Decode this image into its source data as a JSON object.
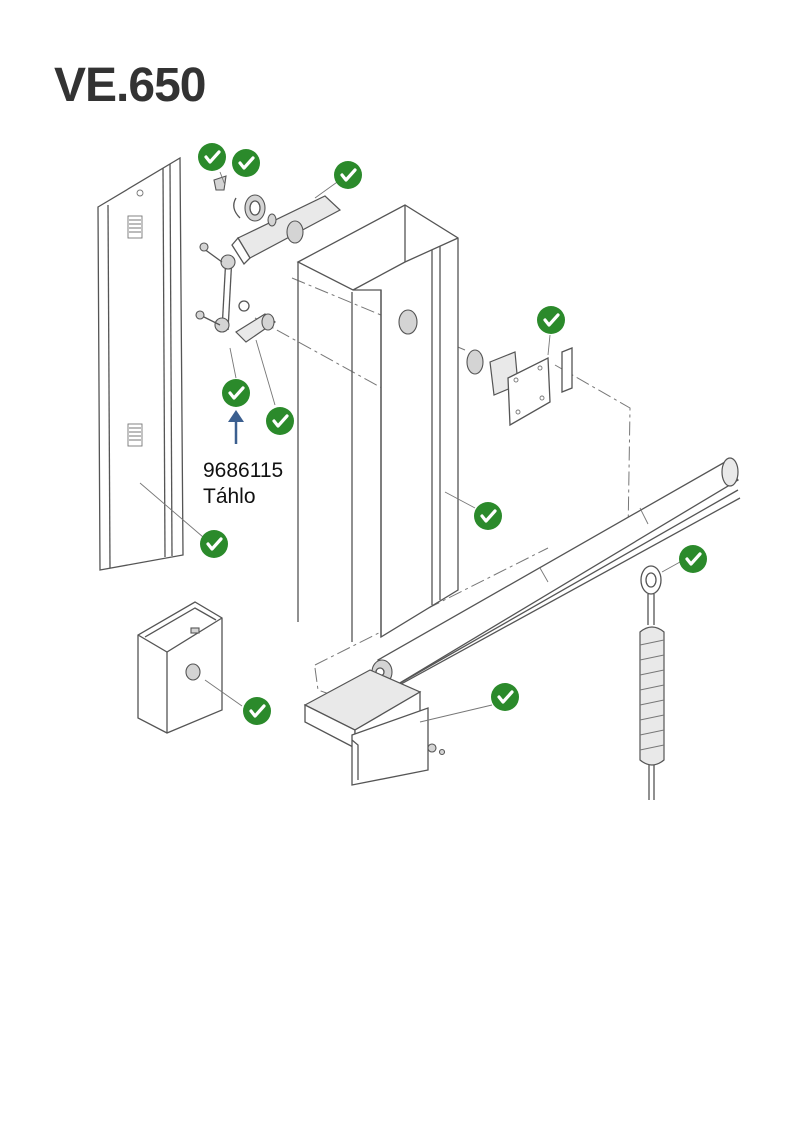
{
  "title": "VE.650",
  "callout": {
    "part_number": "9686115",
    "part_name": "Táhlo"
  },
  "colors": {
    "check_green": "#2b8a2b",
    "arrow_blue": "#3b5f8f",
    "title_gray": "#333333"
  },
  "icons": {
    "check": "check-circle-icon",
    "arrow": "arrow-up-icon"
  }
}
